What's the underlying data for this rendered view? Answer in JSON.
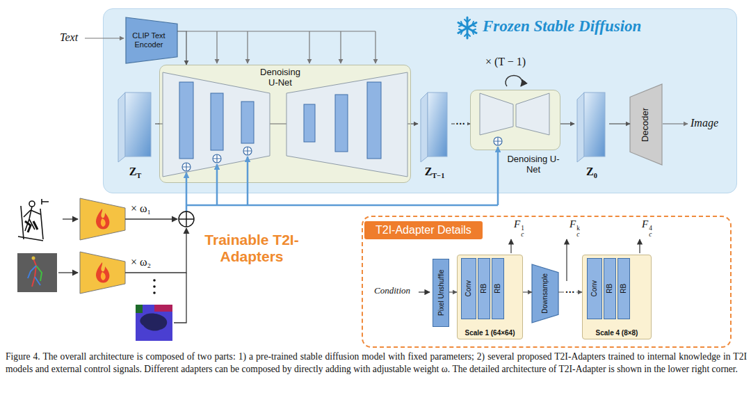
{
  "diagram": {
    "caption": "Figure 4. The overall architecture is composed of two parts: 1) a pre-trained stable diffusion model with fixed parameters; 2) several proposed T2I-Adapters trained to internal knowledge in T2I models and external control signals. Different adapters can be composed by directly adding with adjustable weight ω. The detailed architecture of T2I-Adapter is shown in the lower right corner.",
    "nodes": [
      {
        "text": [
          "Frozen Stable Diffusion"
        ]
      },
      {
        "text": [
          "CLIP Text Encoder"
        ],
        "in": 0
      },
      {
        "text": [
          "ZT"
        ],
        "in": 0
      },
      {
        "text": [
          "Denoising U-Net"
        ],
        "in": 0
      },
      {
        "text": [
          "ZT−1"
        ],
        "in": 0
      },
      {
        "text": [
          "Denoising U-Net"
        ],
        "in": 0
      },
      {
        "text": [
          "Z0"
        ],
        "in": 0
      },
      {
        "text": [
          "Decoder"
        ],
        "in": 0
      },
      {
        "text": [
          "T2I-Adapter Details"
        ]
      },
      {
        "text": [
          "Pixel Unshuffle"
        ],
        "in": 8
      },
      {
        "text": [
          "Scale 1 (64×64)"
        ],
        "in": 8
      },
      {
        "text": [
          "Conv"
        ],
        "in": 10
      },
      {
        "text": [
          "RB"
        ],
        "in": 10
      },
      {
        "text": [
          "RB"
        ],
        "in": 10
      },
      {
        "text": [
          "Downsample"
        ],
        "in": 8
      },
      {
        "text": [
          "Scale 4 (8×8)"
        ],
        "in": 8
      },
      {
        "text": [
          "Conv"
        ],
        "in": 15
      },
      {
        "text": [
          "RB"
        ],
        "in": 15
      },
      {
        "text": [
          "RB"
        ],
        "in": 15
      }
    ],
    "edges": [
      {
        "from": 1,
        "to": 3,
        "arrow": "to"
      },
      {
        "from": 2,
        "to": 3,
        "arrow": "none"
      },
      {
        "from": 3,
        "to": 4,
        "arrow": "to"
      },
      {
        "from": 4,
        "to": 5,
        "arrow": "to",
        "label": "···"
      },
      {
        "from": 5,
        "to": 6,
        "arrow": "to"
      },
      {
        "from": 6,
        "to": 7,
        "arrow": "to"
      },
      {
        "from": 9,
        "to": 10,
        "arrow": "to"
      },
      {
        "from": 10,
        "to": 14,
        "arrow": "to"
      },
      {
        "from": 14,
        "to": 15,
        "arrow": "to",
        "label": "···"
      }
    ],
    "labels": [
      "Text",
      "Image",
      "× (T − 1)",
      "× ω₁",
      "× ω₂",
      "Trainable T2I-Adapters",
      "Condition",
      "Fc1",
      "Fck",
      "Fc4"
    ]
  }
}
